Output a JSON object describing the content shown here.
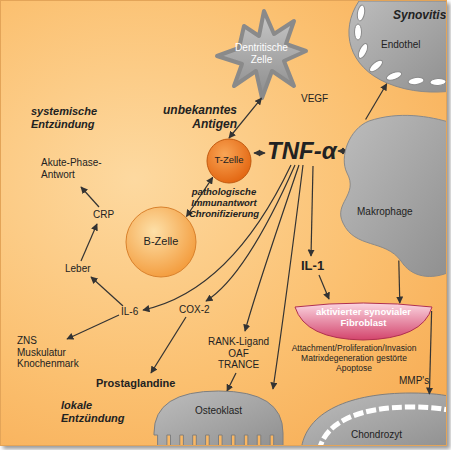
{
  "diagram": {
    "nodes": [
      {
        "text": [
          "Dentritische Zelle"
        ]
      },
      {
        "text": [
          "Endothel"
        ]
      },
      {
        "text": [
          "T-Zelle"
        ]
      },
      {
        "text": [
          "Makrophage"
        ]
      },
      {
        "text": [
          "B-Zelle"
        ]
      },
      {
        "text": [
          "aktivierter synovialer Fibroblast"
        ]
      },
      {
        "text": [
          "Osteoklast"
        ]
      },
      {
        "text": [
          "Chondrozyt"
        ]
      }
    ],
    "edges": [
      {
        "from": 0,
        "to": 2,
        "arrow": "both"
      },
      {
        "from": 2,
        "to": 4,
        "arrow": "both"
      },
      {
        "from": 3,
        "to": 1,
        "label": "VEGF",
        "arrow": "to"
      },
      {
        "from": 3,
        "to": 5,
        "arrow": "to"
      },
      {
        "from": 5,
        "to": 7,
        "label": "MMP's",
        "arrow": "to"
      }
    ],
    "labels": [
      "Synovitis",
      "unbekanntes Antigen",
      "systemische Entzündung",
      "TNF-α",
      "pathologische Immunantwort Chronifizierung",
      "Akute-Phase-Antwort",
      "CRP",
      "Leber",
      "IL-1",
      "IL-6",
      "ZNS Muskulatur Knochenmark",
      "COX-2",
      "RANK-Ligand OAF TRANCE",
      "Prostaglandine",
      "lokale Entzündung",
      "Attachment/Proliferation/Invasion Matrixdegeneration gestörte Apoptose"
    ]
  }
}
